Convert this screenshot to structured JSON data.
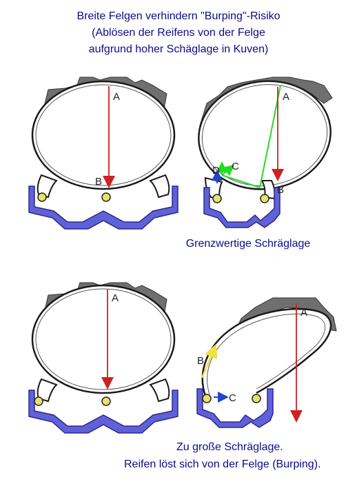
{
  "title": {
    "line1": "Breite Felgen verhindern \"Burping\"-Risiko",
    "line2": "(Ablösen der Reifens von der Felge",
    "line3": "aufgrund hoher Schäglage in Kuven)"
  },
  "captions": {
    "borderline": "Grenzwertige Schräglage",
    "too_much_line1": "Zu große Schräglage.",
    "too_much_line2": "Reifen löst sich von der Felge (Burping)."
  },
  "labels": {
    "p1_a": "A",
    "p1_b": "B",
    "p2_a": "A",
    "p2_b": "B",
    "p2_c": "C",
    "p2_d": "D",
    "p3_a": "A",
    "p4_a": "A",
    "p4_b": "B",
    "p4_c": "C"
  },
  "colors": {
    "text": "#0b0b8c",
    "rim": "#6060d8",
    "tread": "#6f6f6f",
    "load_arrow": "#cc2222",
    "force_green": "#22dd22",
    "arrow_blue": "#2244cc",
    "arrow_yellow": "#f0e040"
  }
}
